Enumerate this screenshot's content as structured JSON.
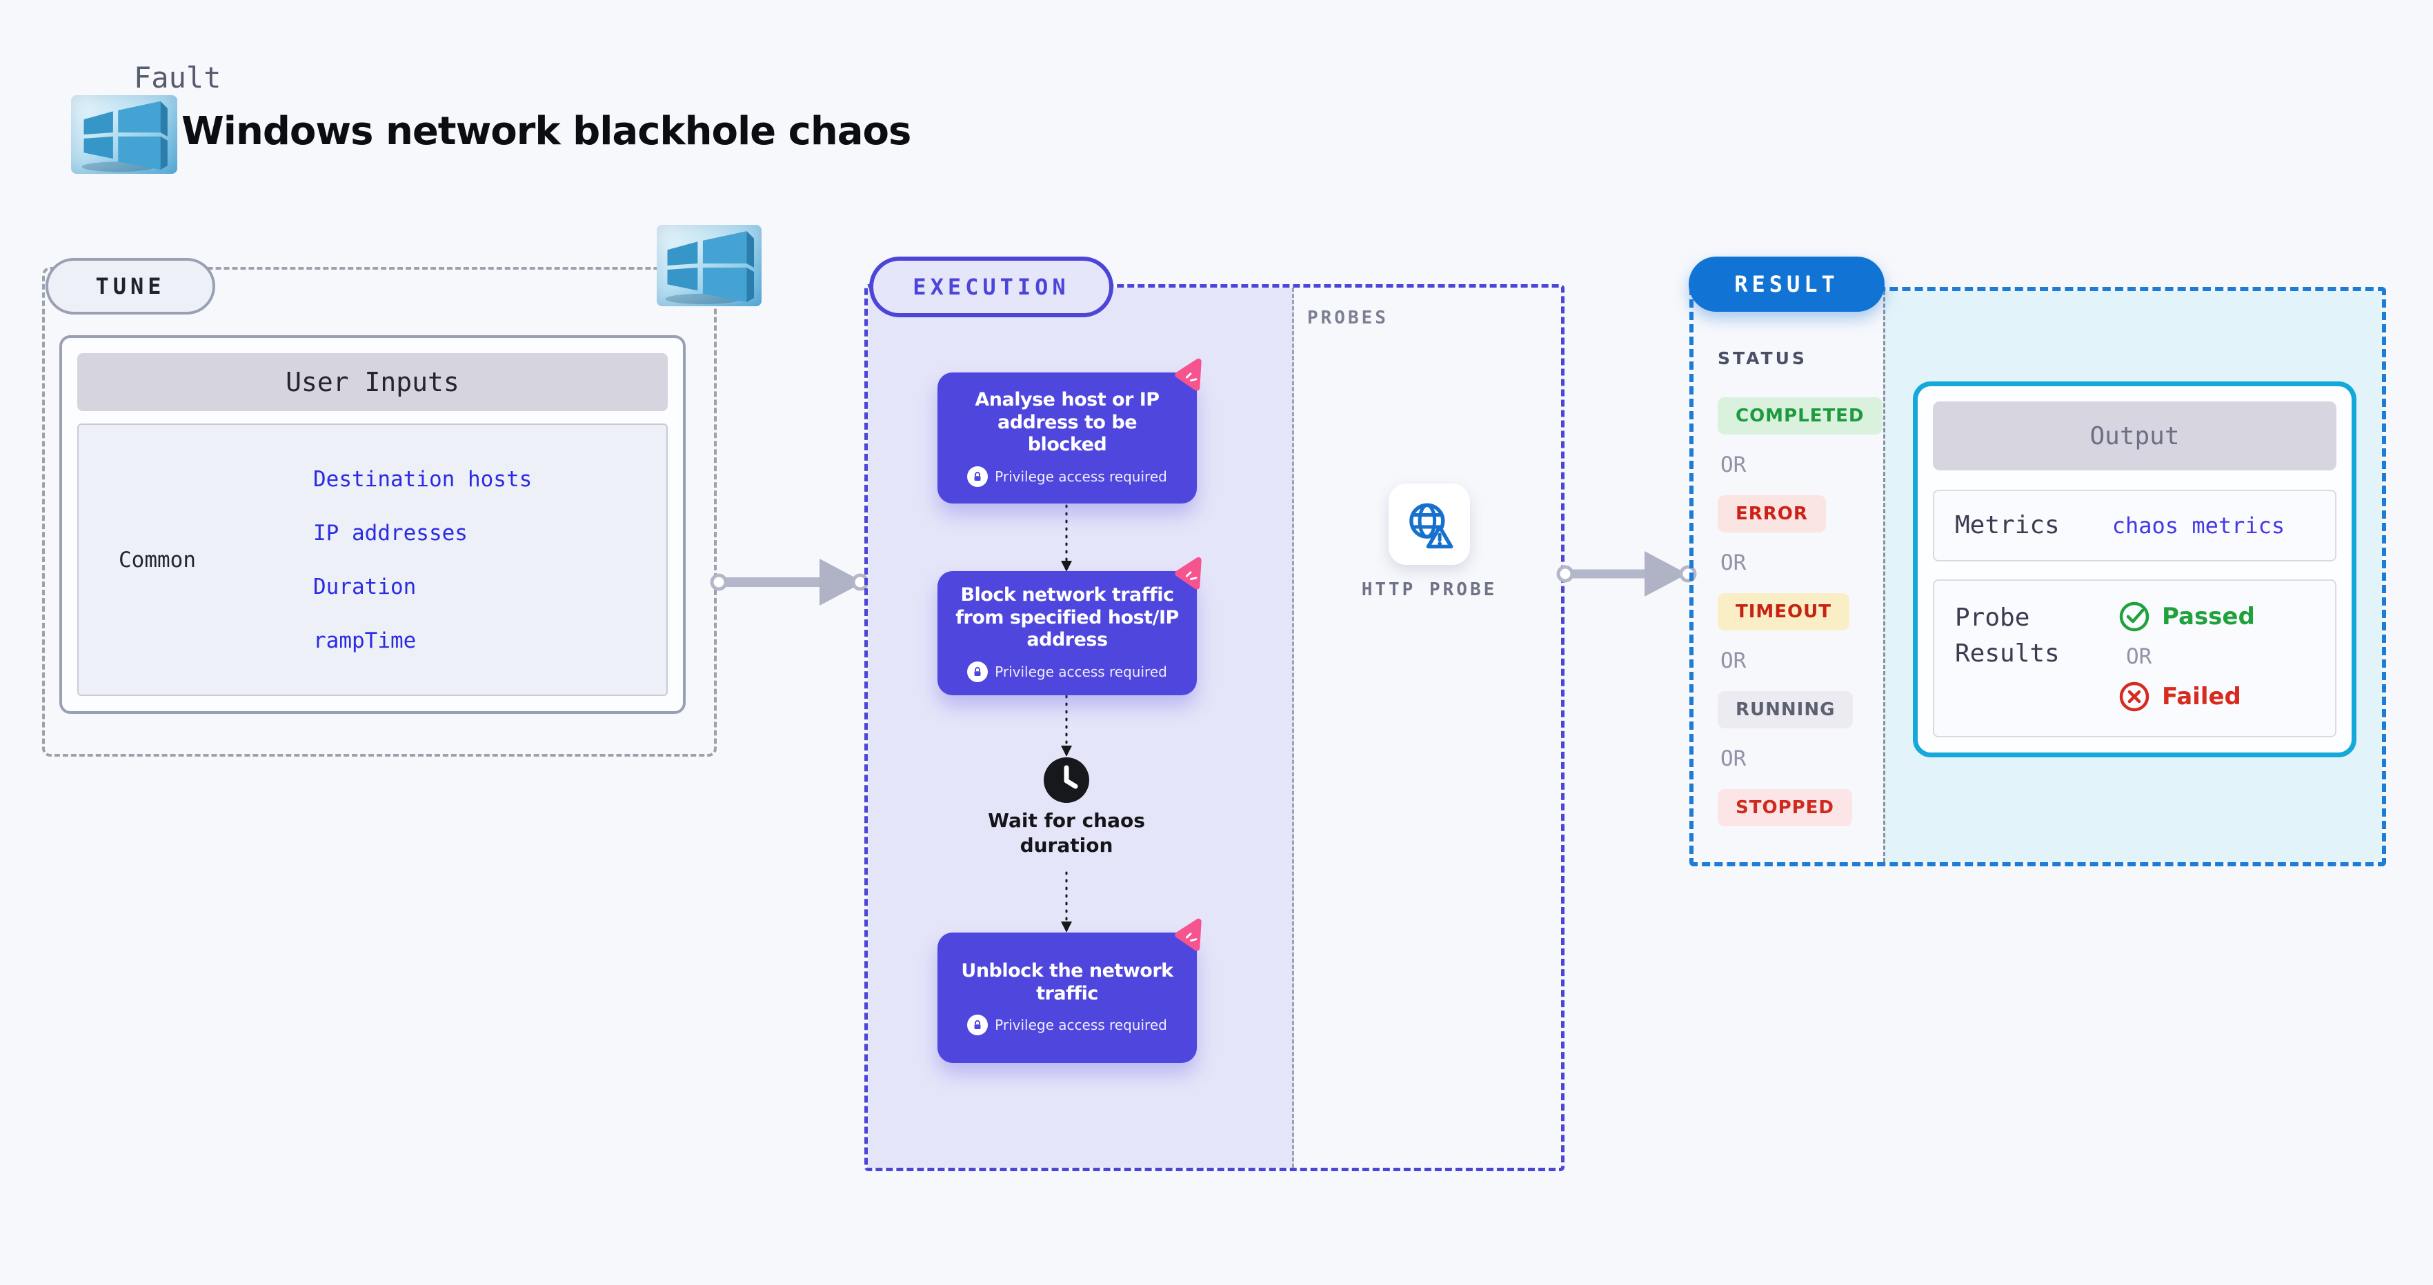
{
  "header": {
    "eyebrow": "Fault",
    "title": "Windows network blackhole chaos"
  },
  "tune": {
    "label": "TUNE",
    "table": {
      "header": "User Inputs",
      "row_label": "Common",
      "links": [
        "Destination hosts",
        "IP addresses",
        "Duration",
        "rampTime"
      ]
    }
  },
  "execution": {
    "label": "EXECUTION",
    "steps": [
      {
        "title": "Analyse host or IP\naddress to be\nblocked",
        "note": "Privilege access required"
      },
      {
        "title": "Block network traffic\nfrom specified host/IP\naddress",
        "note": "Privilege access required"
      },
      {
        "title": "Unblock the network\ntraffic",
        "note": "Privilege access required"
      }
    ],
    "wait_step": {
      "title": "Wait for chaos\nduration"
    }
  },
  "probes": {
    "label": "PROBES",
    "probe_label": "HTTP PROBE"
  },
  "result": {
    "label": "RESULT",
    "status_heading": "STATUS",
    "or_label": "OR",
    "statuses": [
      {
        "label": "COMPLETED",
        "fg": "#1c9a3d",
        "bg": "#daf1de"
      },
      {
        "label": "ERROR",
        "fg": "#cd2016",
        "bg": "#fbe5e3"
      },
      {
        "label": "TIMEOUT",
        "fg": "#c52313",
        "bg": "#faeec7"
      },
      {
        "label": "RUNNING",
        "fg": "#5c6070",
        "bg": "#ebebf1"
      },
      {
        "label": "STOPPED",
        "fg": "#d02a1f",
        "bg": "#fbe5e6"
      }
    ],
    "output": {
      "header": "Output",
      "metrics_label": "Metrics",
      "metrics_link": "chaos metrics",
      "probe_results_label": "Probe\nResults",
      "passed_label": "Passed",
      "failed_label": "Failed"
    }
  },
  "colors": {
    "page_bg": "#f7f8fc",
    "accent_indigo": "#4d45d8",
    "card_indigo": "#4f46dd",
    "execution_panel": "#e5e5f9",
    "result_blue": "#1173d4",
    "result_panel": "#e3f3fa",
    "output_border_cyan": "#14a9d9",
    "link_blue": "#2a2ce2",
    "connector_gray": "#b4b6c9",
    "pink_icon": "#f5548e",
    "passed_green": "#21a13c",
    "failed_red": "#d62b1e"
  }
}
